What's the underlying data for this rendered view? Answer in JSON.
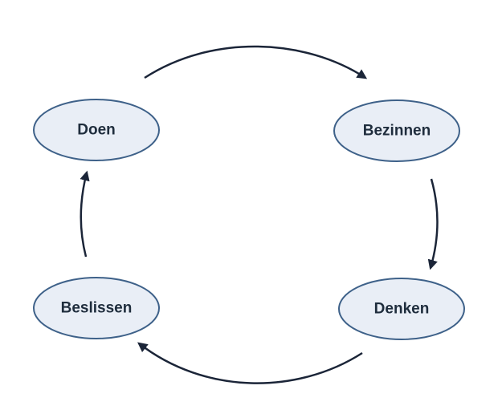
{
  "diagram": {
    "type": "cycle",
    "nodes": [
      {
        "id": "doen",
        "label": "Doen"
      },
      {
        "id": "bezinnen",
        "label": "Bezinnen"
      },
      {
        "id": "denken",
        "label": "Denken"
      },
      {
        "id": "beslissen",
        "label": "Beslissen"
      }
    ],
    "edges": [
      {
        "from": "doen",
        "to": "bezinnen"
      },
      {
        "from": "bezinnen",
        "to": "denken"
      },
      {
        "from": "denken",
        "to": "beslissen"
      },
      {
        "from": "beslissen",
        "to": "doen"
      }
    ],
    "colors": {
      "node_fill": "#e9eef6",
      "node_stroke": "#3e6189",
      "arrow": "#1b2538",
      "text": "#1f2d3d"
    }
  }
}
